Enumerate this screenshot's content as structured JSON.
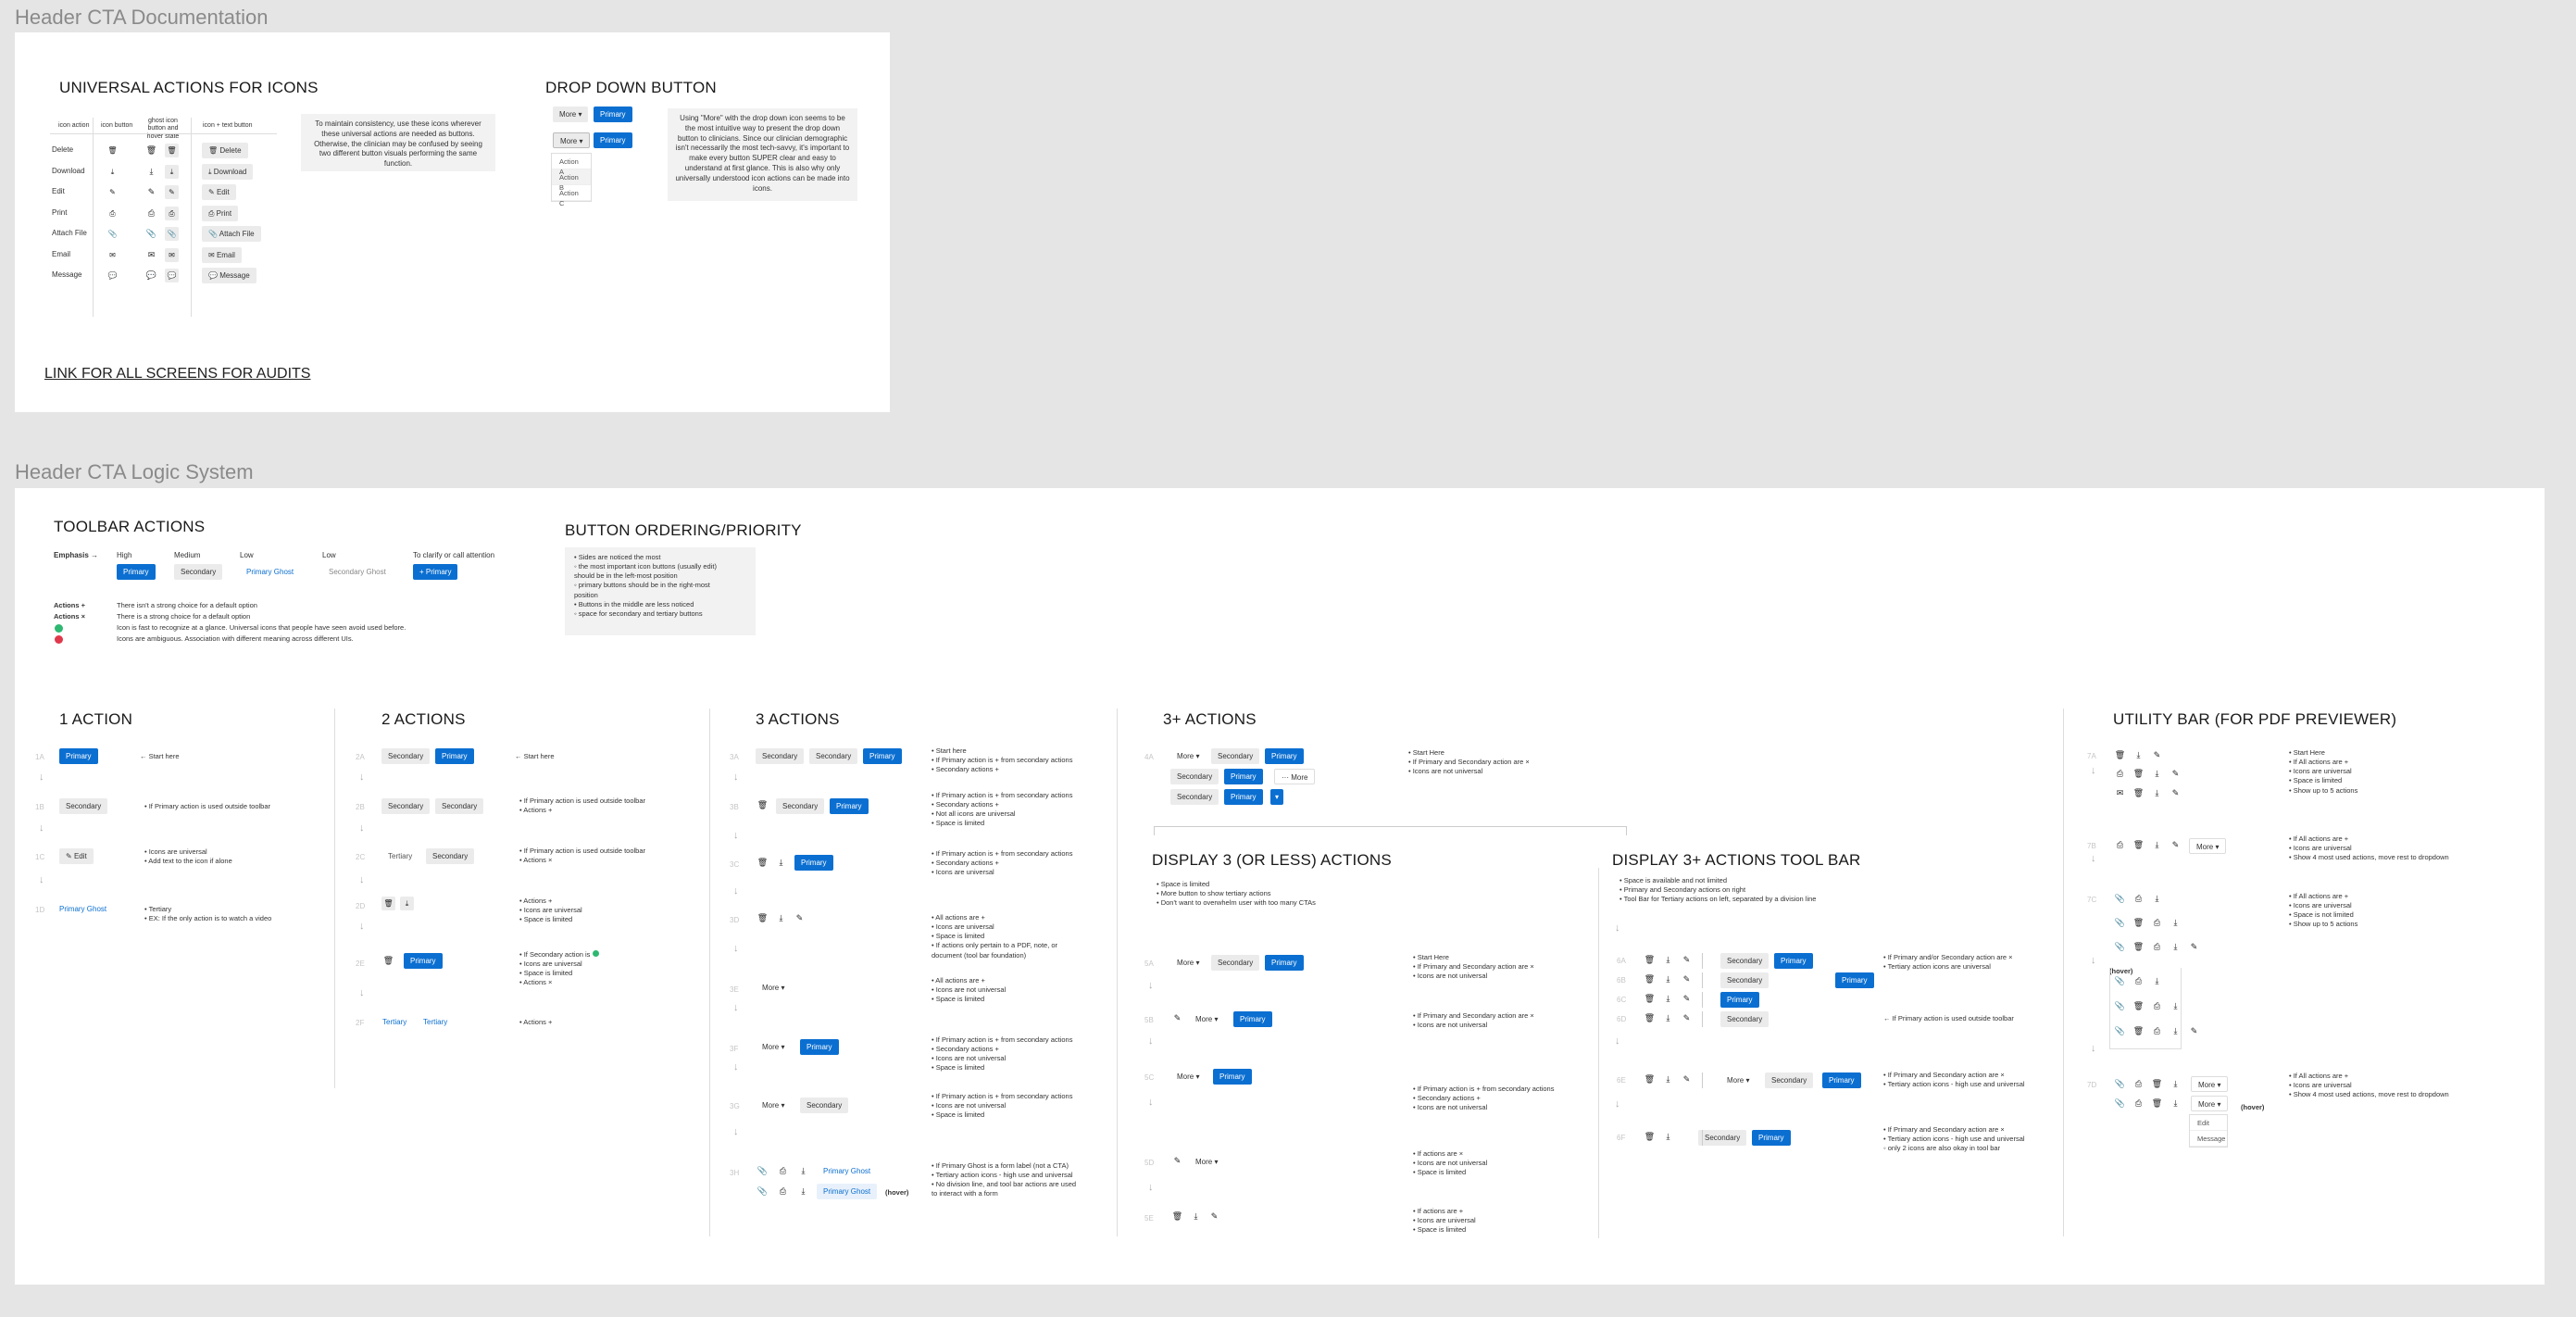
{
  "doc": {
    "frame_title": "Header CTA Documentation",
    "universal": {
      "title": "UNIVERSAL ACTIONS FOR ICONS",
      "cols": [
        "icon action",
        "icon button",
        "ghost icon button and hover state",
        "icon + text button"
      ],
      "rows": [
        {
          "label": "Delete",
          "icon": "trash-icon",
          "glyph": "🗑"
        },
        {
          "label": "Download",
          "icon": "download-icon",
          "glyph": "⤓"
        },
        {
          "label": "Edit",
          "icon": "pencil-icon",
          "glyph": "✎"
        },
        {
          "label": "Print",
          "icon": "printer-icon",
          "glyph": "⎙"
        },
        {
          "label": "Attach File",
          "icon": "paperclip-icon",
          "glyph": "📎"
        },
        {
          "label": "Email",
          "icon": "envelope-icon",
          "glyph": "✉"
        },
        {
          "label": "Message",
          "icon": "chat-icon",
          "glyph": "💬"
        }
      ],
      "note": "To maintain consistency, use these icons wherever these universal actions are needed as buttons. Otherwise, the clinician may be confused by seeing two different button visuals performing the same function."
    },
    "dropdown": {
      "title": "DROP DOWN BUTTON",
      "more": "More",
      "primary": "Primary",
      "options": [
        "Action A",
        "Action B",
        "Action C"
      ],
      "note": "Using \"More\" with the drop down icon seems to be the most intuitive way to present the drop down button to clinicians. Since our clinician demographic isn't necessarily the most tech-savvy, it's important to make every button SUPER clear and easy to understand at first glance. This is also why only universally understood icon actions can be made into icons."
    },
    "link": "LINK FOR ALL SCREENS FOR AUDITS"
  },
  "logic": {
    "frame_title": "Header CTA Logic System",
    "toolbar": {
      "title": "TOOLBAR ACTIONS",
      "emphasis": "Emphasis →",
      "levels": [
        "High",
        "Medium",
        "Low",
        "Low",
        "To clarify or call attention"
      ],
      "buttons": [
        "Primary",
        "Secondary",
        "Primary Ghost",
        "Secondary Ghost",
        "+ Primary"
      ],
      "legend": [
        {
          "k": "Actions +",
          "v": "There isn't a strong choice for a default option"
        },
        {
          "k": "Actions ×",
          "v": "There is a strong choice for a default option"
        },
        {
          "k": "",
          "v": "Icon is fast to recognize at a glance. Universal icons that people have seen avoid used before."
        },
        {
          "k": "",
          "v": "Icons are ambiguous. Association with different meaning across different UIs."
        }
      ]
    },
    "ordering": {
      "title": "BUTTON ORDERING/PRIORITY",
      "lines": [
        "• Sides are noticed the most",
        "   ◦ the most important icon buttons (usually edit)",
        "     should be in the left-most position",
        "   ◦ primary buttons should be in the right-most",
        "     position",
        "• Buttons in the middle are less noticed",
        "   ◦ space for secondary and tertiary buttons"
      ]
    },
    "one": {
      "title": "1 ACTION",
      "rows": [
        {
          "id": "1A",
          "note": [
            "← Start here"
          ]
        },
        {
          "id": "1B",
          "note": [
            "• If Primary action is used outside toolbar"
          ]
        },
        {
          "id": "1C",
          "note": [
            "• Icons are universal",
            "• Add text to the icon if alone"
          ]
        },
        {
          "id": "1D",
          "note": [
            "• Tertiary",
            "• EX: If the only action is to watch a video"
          ]
        }
      ],
      "labels": {
        "primary": "Primary",
        "secondary": "Secondary",
        "edit": "Edit",
        "ghost": "Primary Ghost"
      }
    },
    "two": {
      "title": "2 ACTIONS",
      "rows": [
        {
          "id": "2A",
          "note": [
            "← Start here"
          ]
        },
        {
          "id": "2B",
          "note": [
            "• If Primary action is used outside toolbar",
            "• Actions +"
          ]
        },
        {
          "id": "2C",
          "note": [
            "• If Primary action is used outside toolbar",
            "• Actions ×"
          ]
        },
        {
          "id": "2D",
          "note": [
            "• Actions +",
            "• Icons are universal",
            "• Space is limited"
          ]
        },
        {
          "id": "2E",
          "note": [
            "• If Secondary action is",
            "• Icons are universal",
            "• Space is limited",
            "• Actions ×"
          ]
        },
        {
          "id": "2F",
          "note": [
            "• Actions +"
          ]
        }
      ],
      "labels": {
        "primary": "Primary",
        "secondary": "Secondary",
        "tertiary": "Tertiary"
      }
    },
    "three": {
      "title": "3 ACTIONS",
      "rows": [
        {
          "id": "3A",
          "note": [
            "• Start here",
            "• If Primary action is + from secondary actions",
            "• Secondary actions +"
          ]
        },
        {
          "id": "3B",
          "note": [
            "• If Primary action is + from secondary actions",
            "• Secondary actions +",
            "• Not all icons are universal",
            "• Space is limited"
          ]
        },
        {
          "id": "3C",
          "note": [
            "• If Primary action is + from secondary actions",
            "• Secondary actions +",
            "• Icons are universal"
          ]
        },
        {
          "id": "3D",
          "note": [
            "• All actions are +",
            "• Icons are universal",
            "• Space is limited",
            "• If actions only pertain to a PDF, note, or",
            "  document (tool bar foundation)"
          ]
        },
        {
          "id": "3E",
          "note": [
            "• All actions are +",
            "• Icons are not universal",
            "• Space is limited"
          ]
        },
        {
          "id": "3F",
          "note": [
            "• If Primary action is + from secondary actions",
            "• Secondary actions +",
            "• Icons are not universal",
            "• Space is limited"
          ]
        },
        {
          "id": "3G",
          "note": [
            "• If Primary action is + from secondary actions",
            "• Icons are not universal",
            "• Space is limited"
          ]
        },
        {
          "id": "3H",
          "note": [
            "• If Primary Ghost is a form label (not a CTA)",
            "• Tertiary action icons - high use and universal",
            "• No division line, and tool bar actions are used",
            "  to interact with a form"
          ]
        }
      ],
      "labels": {
        "primary": "Primary",
        "secondary": "Secondary",
        "more": "More",
        "ghost": "Primary Ghost",
        "hover": "(hover)"
      }
    },
    "threeplus": {
      "title": "3+ ACTIONS",
      "note": [
        "• Start Here",
        "• If Primary and Secondary action are ×",
        "• Icons are not universal"
      ],
      "labels": {
        "more": "More",
        "secondary": "Secondary",
        "primary": "Primary",
        "more2": "··· More"
      },
      "d3": {
        "title": "DISPLAY 3 (OR LESS) ACTIONS",
        "intro": [
          "• Space is limited",
          "• More button to show tertiary actions",
          "• Don't want to overwhelm user with too many CTAs"
        ],
        "rows": [
          {
            "id": "5A",
            "note": [
              "• Start Here",
              "• If Primary and Secondary action are ×",
              "• Icons are not universal"
            ]
          },
          {
            "id": "5B",
            "note": [
              "• If Primary and Secondary action are ×",
              "• Icons are not universal"
            ]
          },
          {
            "id": "5C",
            "note": [
              "• If Primary action is + from secondary actions",
              "• Secondary actions +",
              "• Icons are not universal"
            ]
          },
          {
            "id": "5D",
            "note": [
              "• If actions are ×",
              "• Icons are not universal",
              "• Space is limited"
            ]
          },
          {
            "id": "5E",
            "note": [
              "• If actions are +",
              "• Icons are universal",
              "• Space is limited"
            ]
          }
        ]
      },
      "d3plus": {
        "title": "DISPLAY 3+ ACTIONS  TOOL BAR",
        "intro": [
          "• Space is available and not limited",
          "• Primary and Secondary actions on right",
          "• Tool Bar for Tertiary actions on left, separated by a division line"
        ],
        "rows": [
          {
            "id": "6A",
            "note": [
              "• If Primary and/or Secondary action are ×",
              "• Tertiary action icons are universal"
            ]
          },
          {
            "id": "6B",
            "note": []
          },
          {
            "id": "6C",
            "note": []
          },
          {
            "id": "6D",
            "note": [
              "← If Primary action is used outside toolbar"
            ]
          },
          {
            "id": "6E",
            "note": [
              "• If Primary and Secondary action are ×",
              "• Tertiary action icons - high use and universal"
            ]
          },
          {
            "id": "6F",
            "note": [
              "• If Primary and Secondary action are ×",
              "• Tertiary action icons - high use and universal",
              "   ◦ only 2 icons are also okay in tool bar"
            ]
          }
        ]
      }
    },
    "utility": {
      "title": "UTILITY BAR (FOR PDF PREVIEWER)",
      "rows": [
        {
          "id": "7A",
          "note": [
            "• Start Here",
            "• If All actions are +",
            "• Icons are universal",
            "• Space is limited",
            "• Show up to 5 actions"
          ]
        },
        {
          "id": "7B",
          "note": [
            "• If All actions are +",
            "• Icons are universal",
            "• Show 4 most used actions, move rest to dropdown"
          ]
        },
        {
          "id": "7C",
          "note": [
            "• If All actions are +",
            "• Icons are universal",
            "• Space is not limited",
            "• Show up to 5 actions"
          ]
        },
        {
          "id": "7D",
          "note": [
            "• If All actions are +",
            "• Icons are universal",
            "• Show 4 most used actions, move rest to dropdown"
          ]
        }
      ],
      "labels": {
        "more": "More",
        "hover": "(hover)",
        "edit": "Edit",
        "message": "Message"
      }
    }
  }
}
